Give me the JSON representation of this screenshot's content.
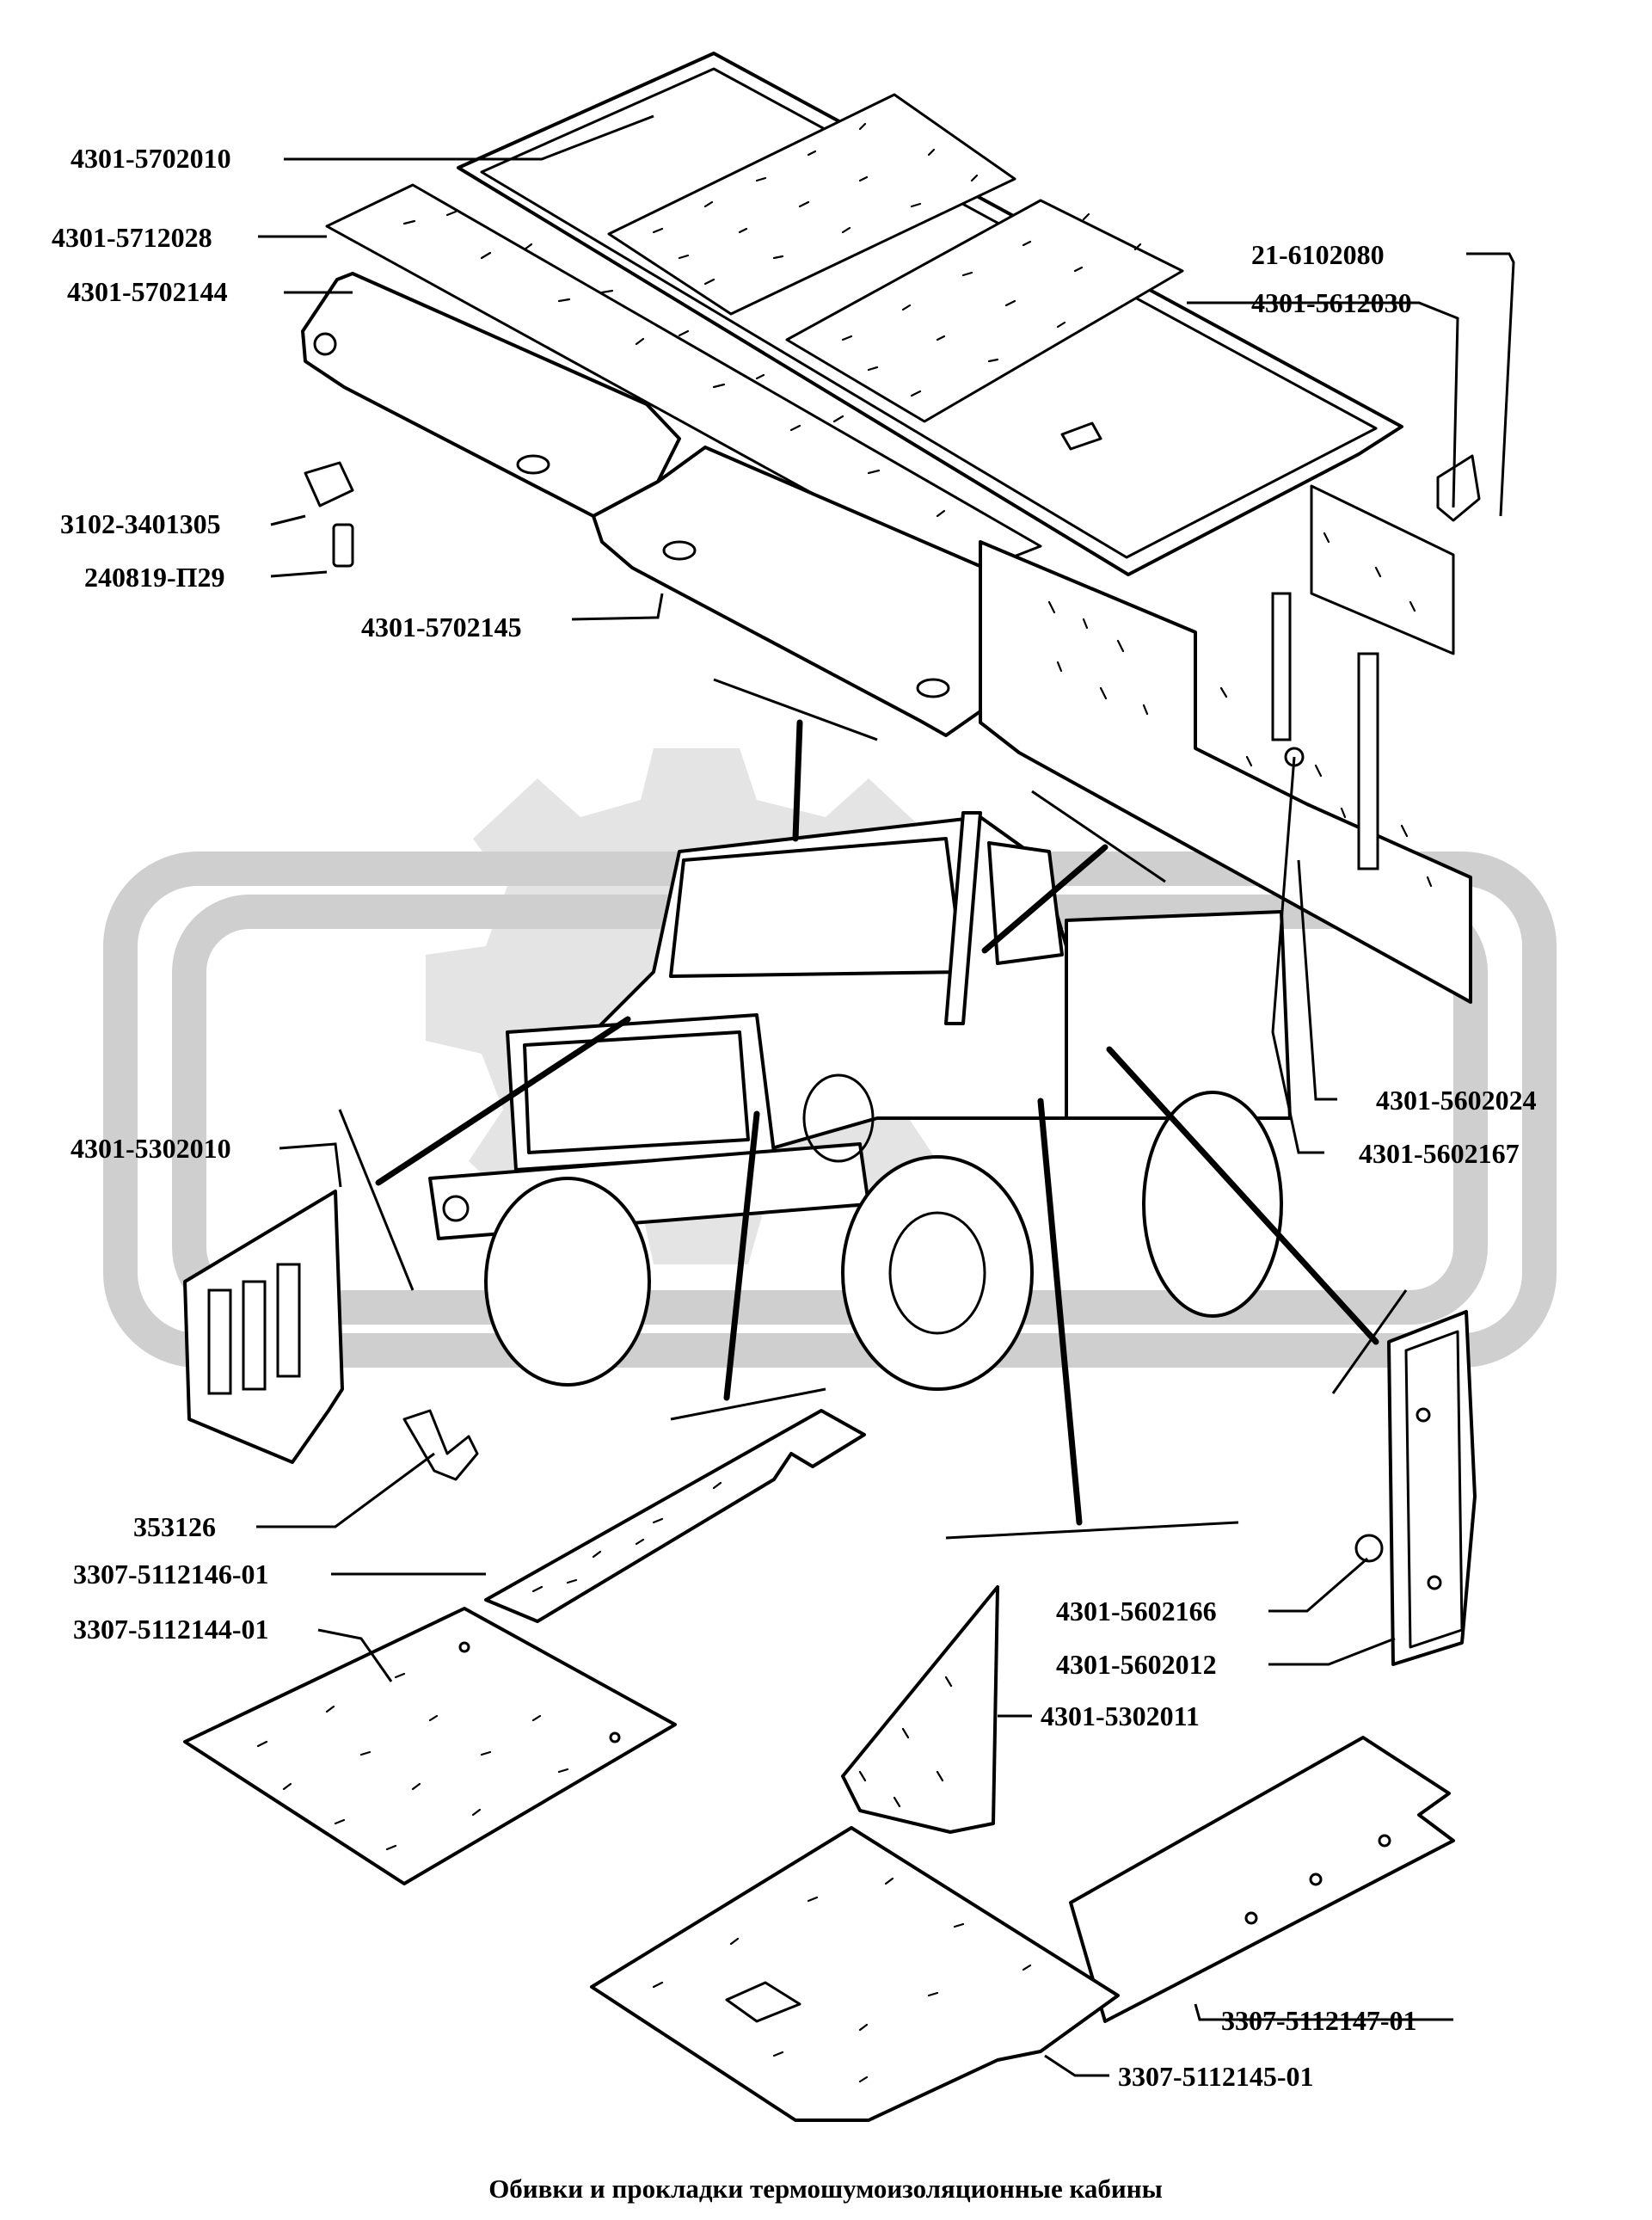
{
  "labels": {
    "l_5702010": "4301-5702010",
    "l_5712028": "4301-5712028",
    "l_5702144": "4301-5702144",
    "l_6102080": "21-6102080",
    "l_5612030": "4301-5612030",
    "l_3401305": "3102-3401305",
    "l_p29": "240819-П29",
    "l_5702145": "4301-5702145",
    "l_5602024": "4301-5602024",
    "l_5602167": "4301-5602167",
    "l_5302010": "4301-5302010",
    "l_353126": "353126",
    "l_5112146": "3307-5112146-01",
    "l_5112144": "3307-5112144-01",
    "l_5602166": "4301-5602166",
    "l_5602012": "4301-5602012",
    "l_5302011": "4301-5302011",
    "l_5112147": "3307-5112147-01",
    "l_5112145": "3307-5112145-01"
  },
  "caption": "Обивки и прокладки термошумоизоляционные кабины"
}
